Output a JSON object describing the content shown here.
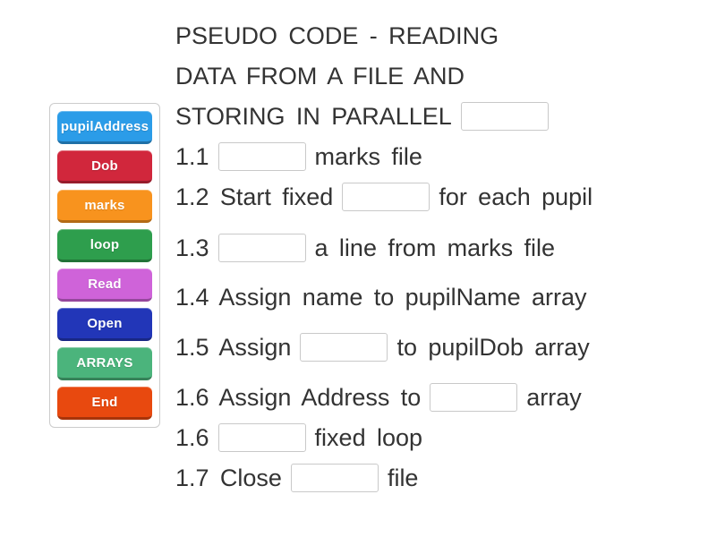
{
  "activity": {
    "background_color": "#ffffff",
    "text_color": "#333333",
    "blank_border_color": "#c9c9c9",
    "bank_border_color": "#cccccc"
  },
  "word_bank": {
    "items": [
      {
        "label": "pupilAddress",
        "color": "#2b9ce8"
      },
      {
        "label": "Dob",
        "color": "#d1273c"
      },
      {
        "label": "marks",
        "color": "#f8931e"
      },
      {
        "label": "loop",
        "color": "#2e9e4d"
      },
      {
        "label": "Read",
        "color": "#cf63d9"
      },
      {
        "label": "Open",
        "color": "#2236b8"
      },
      {
        "label": "ARRAYS",
        "color": "#4bb47c"
      },
      {
        "label": "End",
        "color": "#e8490f"
      }
    ]
  },
  "puzzle": {
    "lines": [
      {
        "pre": "PSEUDO CODE - READING"
      },
      {
        "pre": "DATA FROM A FILE AND"
      },
      {
        "pre": "STORING IN PARALLEL",
        "blank": true
      },
      {
        "pre": "1.1",
        "blank": true,
        "post": "marks file"
      },
      {
        "pre": "1.2 Start fixed",
        "blank": true,
        "post": "for each pupil"
      },
      {
        "pre": "1.3",
        "blank": true,
        "post": "a line from marks file"
      },
      {
        "pre": "1.4 Assign name to pupilName array"
      },
      {
        "pre": "1.5 Assign",
        "blank": true,
        "post": "to pupilDob array"
      },
      {
        "pre": "1.6 Assign Address to",
        "blank": true,
        "post": "array"
      },
      {
        "pre": "1.6",
        "blank": true,
        "post": "fixed loop"
      },
      {
        "pre": "1.7 Close",
        "blank": true,
        "post": "file"
      }
    ]
  }
}
